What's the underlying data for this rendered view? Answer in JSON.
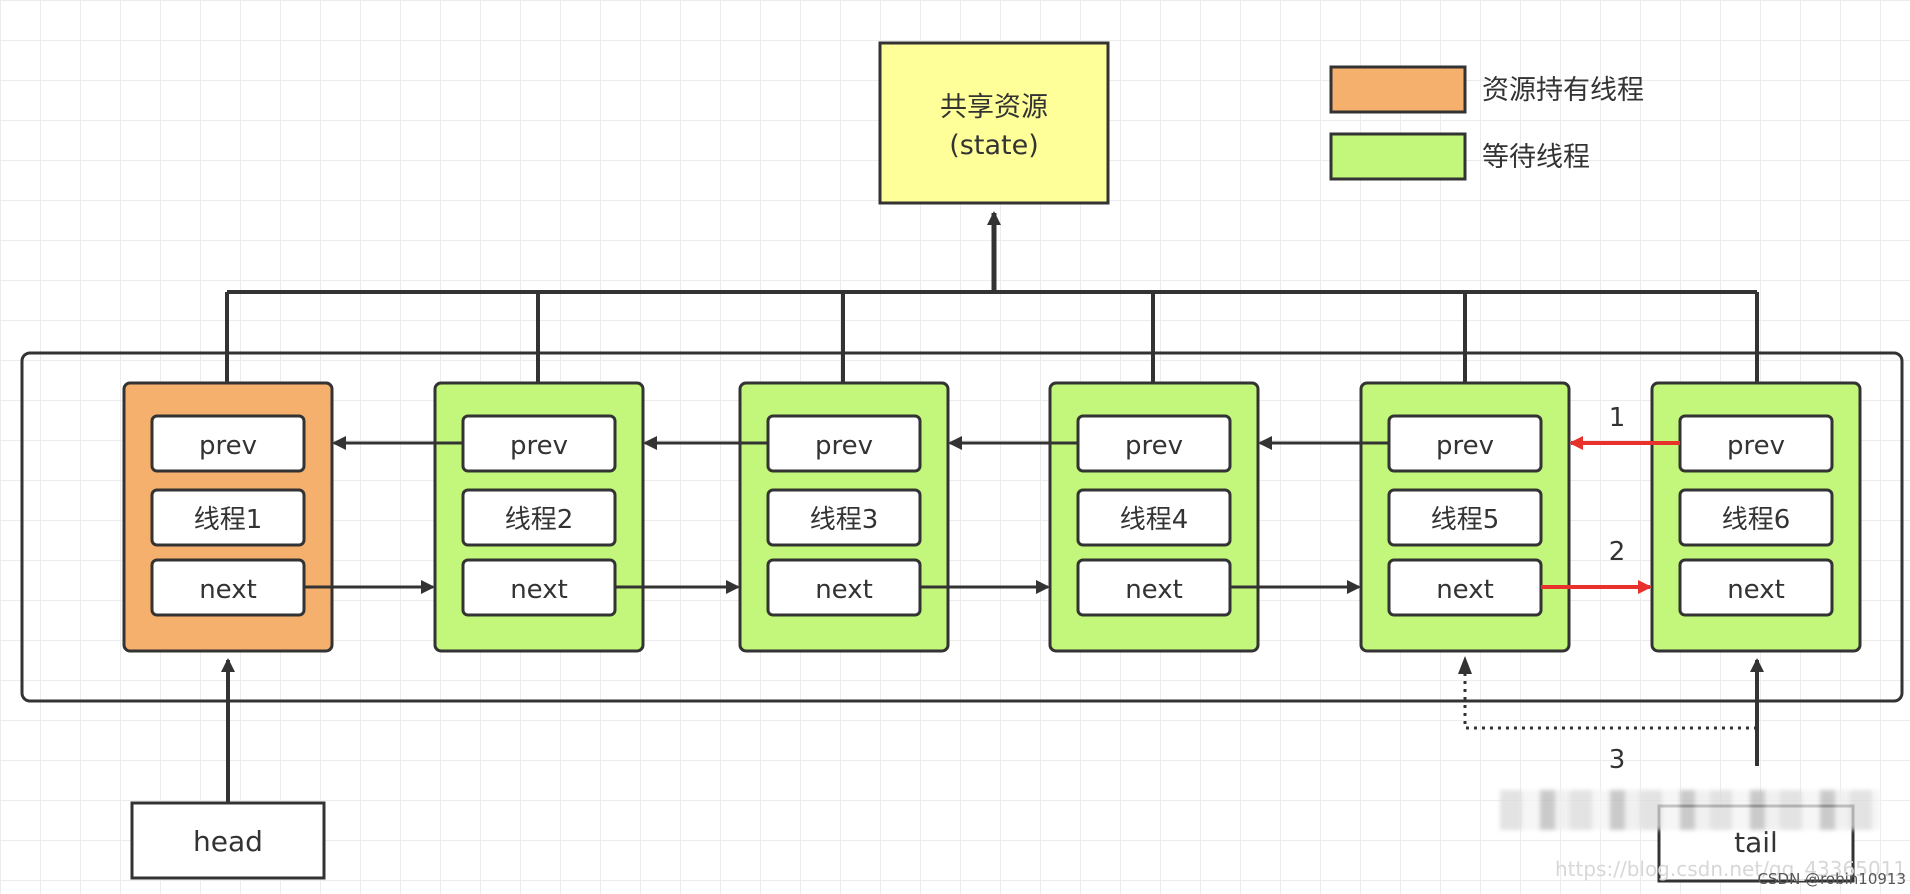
{
  "shared_resource": {
    "line1": "共享资源",
    "line2": "(state)"
  },
  "legend": {
    "items": [
      {
        "label": "资源持有线程",
        "color": "#f5b06e"
      },
      {
        "label": "等待线程",
        "color": "#c3f77b"
      }
    ]
  },
  "colors": {
    "holder_fill": "#f5b06e",
    "waiting_fill": "#c3f77b",
    "resource_fill": "#ffff99",
    "stroke": "#333333",
    "highlight_arrow": "#e8312a"
  },
  "nodes": [
    {
      "thread": "线程1",
      "prev": "prev",
      "next": "next",
      "role": "holder"
    },
    {
      "thread": "线程2",
      "prev": "prev",
      "next": "next",
      "role": "waiting"
    },
    {
      "thread": "线程3",
      "prev": "prev",
      "next": "next",
      "role": "waiting"
    },
    {
      "thread": "线程4",
      "prev": "prev",
      "next": "next",
      "role": "waiting"
    },
    {
      "thread": "线程5",
      "prev": "prev",
      "next": "next",
      "role": "waiting"
    },
    {
      "thread": "线程6",
      "prev": "prev",
      "next": "next",
      "role": "waiting"
    }
  ],
  "head_label": "head",
  "tail_label": "tail",
  "step_labels": [
    "1",
    "2",
    "3"
  ],
  "watermark": {
    "url": "https://blog.csdn.net/qq_43365011",
    "author": "CSDN @robin10913"
  }
}
